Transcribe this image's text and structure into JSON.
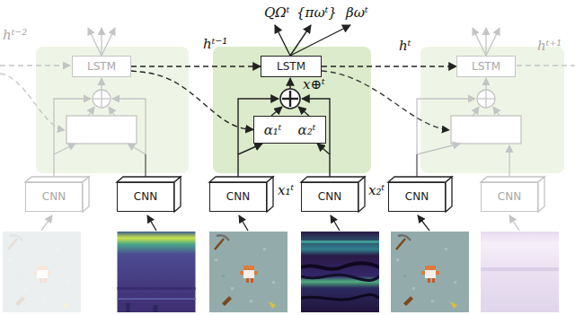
{
  "diagram": {
    "nodes": [
      {
        "text": [
          "LSTM"
        ]
      },
      {
        "text": [
          "LSTM"
        ]
      },
      {
        "text": [
          "LSTM"
        ]
      },
      {
        "text": [
          "α₁ᵗ",
          "α₂ᵗ"
        ]
      },
      {
        "text": [
          "CNN"
        ]
      },
      {
        "text": [
          "CNN"
        ]
      },
      {
        "text": [
          "CNN"
        ]
      },
      {
        "text": [
          "CNN"
        ]
      },
      {
        "text": [
          "CNN"
        ]
      },
      {
        "text": [
          "CNN"
        ]
      }
    ],
    "edges": [
      {
        "from": 0,
        "to": 1,
        "arrow": "to",
        "label": "hᵗ⁻¹"
      },
      {
        "from": 1,
        "to": 2,
        "arrow": "to",
        "label": "hᵗ"
      },
      {
        "from": 0,
        "to": 3,
        "arrow": "to"
      },
      {
        "from": 6,
        "to": 3,
        "arrow": "to"
      },
      {
        "from": 7,
        "to": 3,
        "arrow": "to"
      }
    ],
    "labels": [
      "QΩᵗ",
      "{πωᵗ}",
      "βωᵗ",
      "hᵗ⁻²",
      "hᵗ⁺¹",
      "x⊕ᵗ",
      "x₁ᵗ",
      "x₂ᵗ"
    ]
  }
}
